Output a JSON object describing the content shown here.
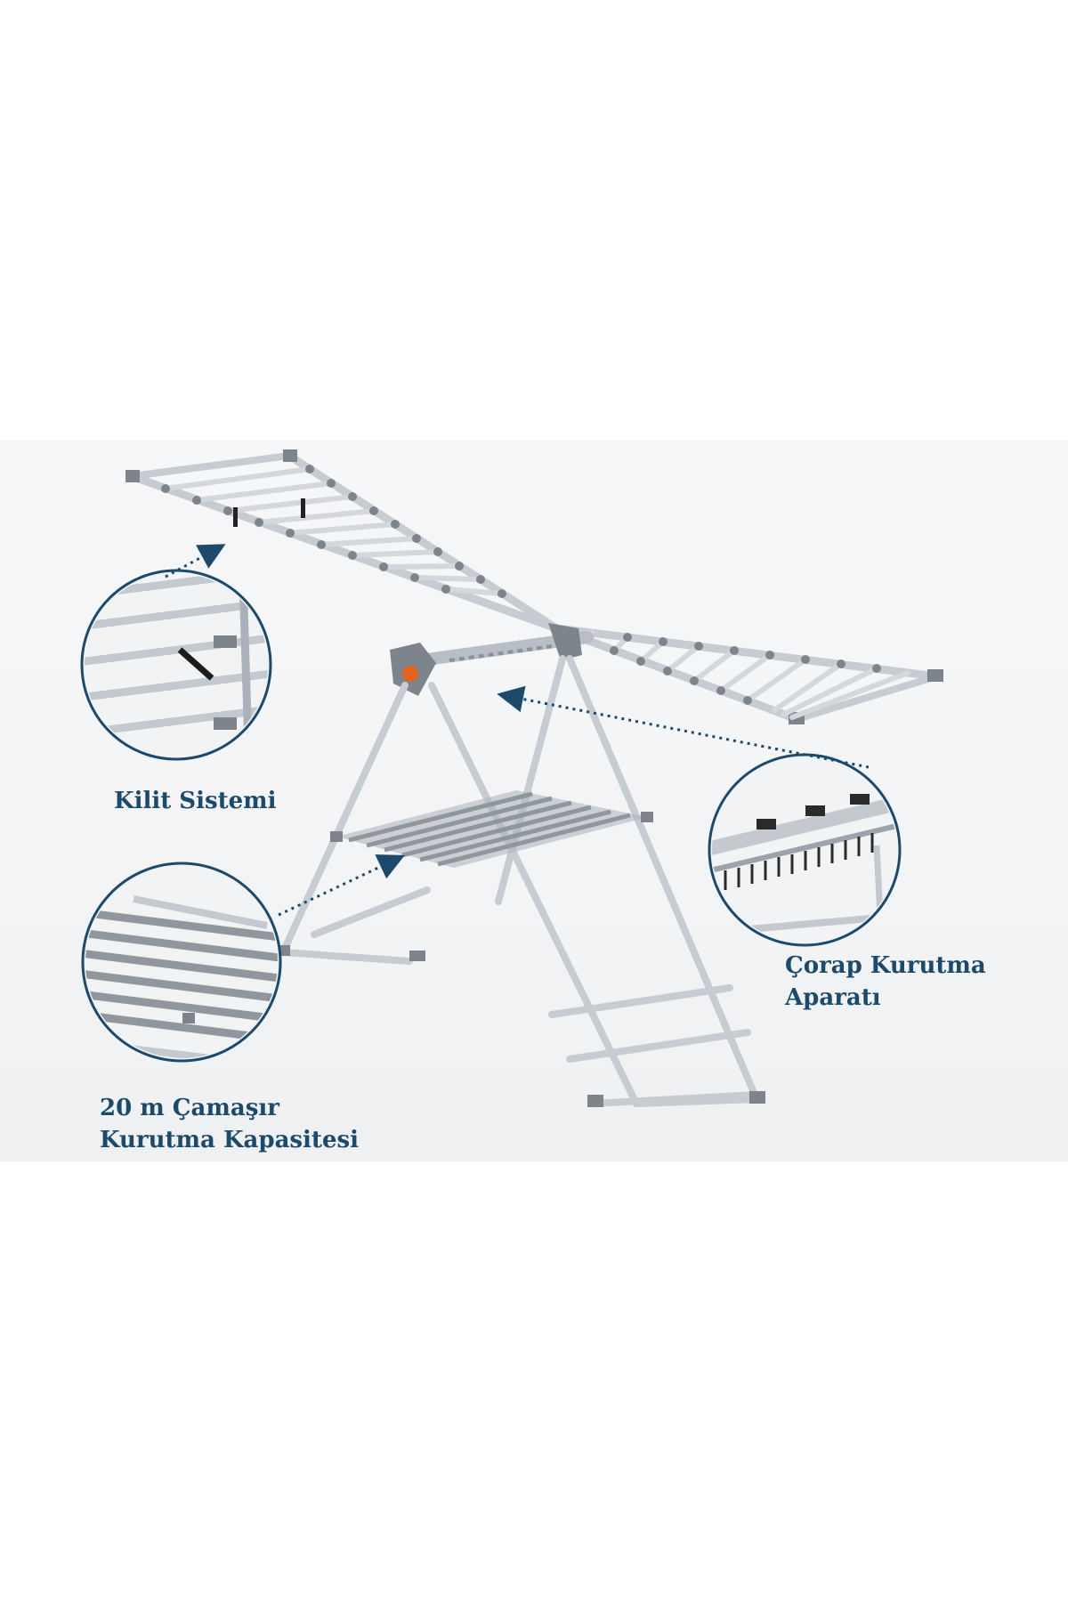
{
  "callouts": {
    "kilit": {
      "line1": "Kilit Sistemi"
    },
    "corap": {
      "line1": "Çorap Kurutma",
      "line2": "Aparatı"
    },
    "kapasite": {
      "line1": "20 m Çamaşır",
      "line2": "Kurutma Kapasitesi"
    }
  },
  "colors": {
    "label_text": "#1d4a6b",
    "dotted_arrow": "#1d4a6b",
    "callout_circle_stroke": "#1d4a6b",
    "rack_aluminium": "#c9ced4",
    "rack_joint_grey": "#7d848c",
    "hinge_accent": "#e2641f"
  }
}
